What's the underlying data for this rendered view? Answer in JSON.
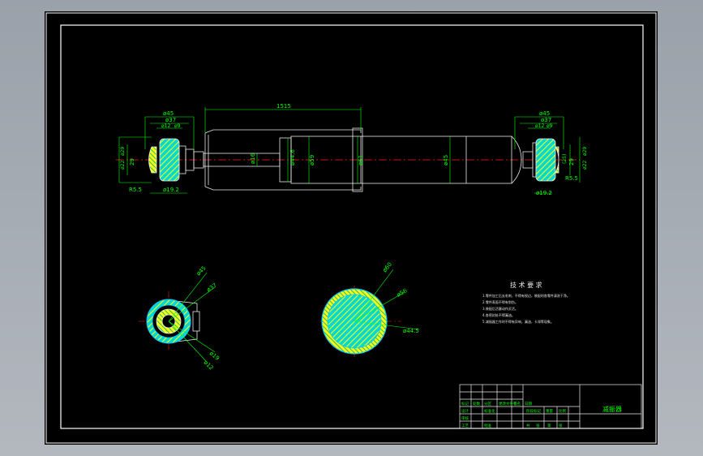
{
  "drawing": {
    "dimensions": {
      "overall_length": "1515",
      "left_eye": {
        "outer": "ø45",
        "mid": "ø37",
        "hub": "ø12",
        "bore": "ø9",
        "height": "29",
        "tube": "ø19.2",
        "radius": "R5.5",
        "side_dia": "ø22",
        "side_dia2": "ø29"
      },
      "right_eye": {
        "outer": "ø45",
        "mid": "ø37",
        "hub": "ø12",
        "bore": "ø9",
        "height": "29",
        "inner": "(25)",
        "tube": "ø19.2",
        "radius": "R5.5",
        "side_dia": "ø22",
        "side_dia2": "ø29"
      },
      "rod": "ø16",
      "guide": "ø44.6",
      "inner_tube": "ø59",
      "outer_tube": "ø61",
      "reservoir": "ø45"
    },
    "left_section": {
      "outer": "ø45",
      "mid": "ø37",
      "small1": "ø19",
      "small2": "ø12"
    },
    "right_section": {
      "outer": "ø60",
      "mid": "ø56",
      "inner": "ø44.5"
    },
    "tech_requirements": {
      "title": "技 术 要 求",
      "lines": [
        "1.零件加工后去毛刺，不得有锐边，装配时各零件清洗干净。",
        "2.零件表面不得有划伤。",
        "3.装配后活塞动作灵活。",
        "4.各密封处不得漏油。",
        "5.减振器工作时不得有异响，漏油，卡滞等现象。"
      ]
    },
    "title_block": {
      "part_name": "减振器",
      "cells": [
        "标记",
        "处数",
        "分区",
        "更改文件号",
        "签名",
        "日期",
        "设计",
        "标准化",
        "审核",
        "工艺",
        "批准",
        "阶段标记",
        "重量",
        "比例",
        "共",
        "张",
        "第",
        "张"
      ]
    },
    "colors": {
      "frame": "#ffffff",
      "outline": "#e8e8e8",
      "dimension": "#00ff00",
      "centerline": "#ff2222",
      "hatch_yellow": "#ffff00",
      "hatch_cyan": "#00d8d8",
      "section": "#00c8ff"
    }
  }
}
